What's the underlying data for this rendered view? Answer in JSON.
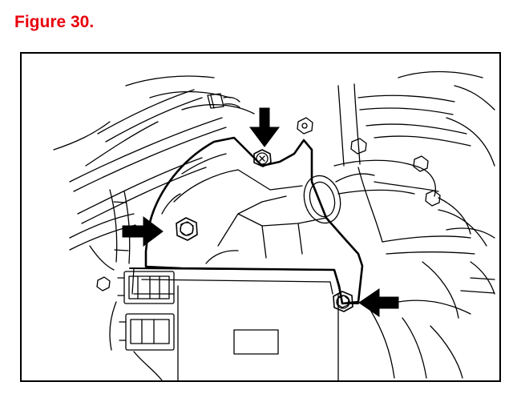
{
  "figure": {
    "caption": "Figure 30.",
    "caption_color": "#e8000b"
  },
  "colors": {
    "line": "#000000",
    "background": "#ffffff"
  },
  "callouts": [
    {
      "id": "top-bolt-arrow",
      "direction": "down",
      "icon": "arrow-down-icon"
    },
    {
      "id": "left-bolt-arrow",
      "direction": "right",
      "icon": "arrow-right-icon"
    },
    {
      "id": "lower-right-bolt-arrow",
      "direction": "left",
      "icon": "arrow-left-icon"
    }
  ]
}
